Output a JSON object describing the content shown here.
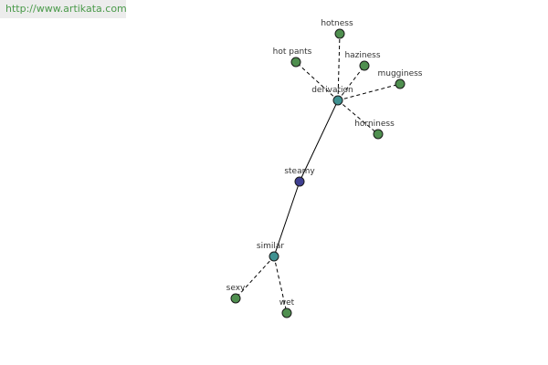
{
  "banner": {
    "url_text": "http://www.artikata.com"
  },
  "colors": {
    "center": "#3f3f91",
    "hub": "#3f9191",
    "leaf": "#4f8f4f",
    "banner_text": "#4a9a4a"
  },
  "graph": {
    "nodes": [
      {
        "id": "steamy",
        "label": "steamy",
        "kind": "center"
      },
      {
        "id": "derivation",
        "label": "derivation",
        "kind": "hub"
      },
      {
        "id": "similar",
        "label": "similar",
        "kind": "hub"
      },
      {
        "id": "hotness",
        "label": "hotness",
        "kind": "leaf"
      },
      {
        "id": "hot-pants",
        "label": "hot pants",
        "kind": "leaf"
      },
      {
        "id": "haziness",
        "label": "haziness",
        "kind": "leaf"
      },
      {
        "id": "mugginess",
        "label": "mugginess",
        "kind": "leaf"
      },
      {
        "id": "horniness",
        "label": "horniness",
        "kind": "leaf"
      },
      {
        "id": "sexy",
        "label": "sexy",
        "kind": "leaf"
      },
      {
        "id": "wet",
        "label": "wet",
        "kind": "leaf"
      }
    ],
    "edges": [
      {
        "from": "steamy",
        "to": "derivation",
        "style": "solid"
      },
      {
        "from": "steamy",
        "to": "similar",
        "style": "solid"
      },
      {
        "from": "derivation",
        "to": "hotness",
        "style": "dashed"
      },
      {
        "from": "derivation",
        "to": "hot-pants",
        "style": "dashed"
      },
      {
        "from": "derivation",
        "to": "haziness",
        "style": "dashed"
      },
      {
        "from": "derivation",
        "to": "mugginess",
        "style": "dashed"
      },
      {
        "from": "derivation",
        "to": "horniness",
        "style": "dashed"
      },
      {
        "from": "similar",
        "to": "sexy",
        "style": "dashed"
      },
      {
        "from": "similar",
        "to": "wet",
        "style": "dashed"
      }
    ]
  }
}
